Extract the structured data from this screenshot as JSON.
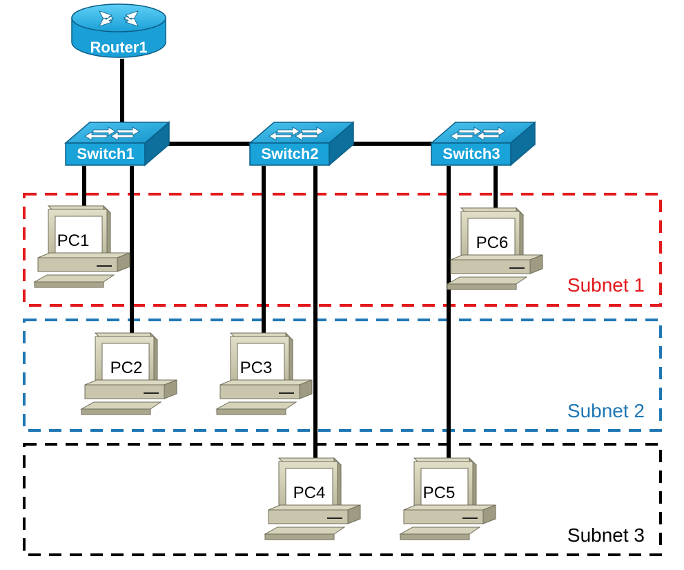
{
  "router": {
    "label": "Router1"
  },
  "switches": [
    {
      "id": "switch1",
      "label": "Switch1"
    },
    {
      "id": "switch2",
      "label": "Switch2"
    },
    {
      "id": "switch3",
      "label": "Switch3"
    }
  ],
  "pcs": [
    {
      "id": "pc1",
      "label": "PC1"
    },
    {
      "id": "pc2",
      "label": "PC2"
    },
    {
      "id": "pc3",
      "label": "PC3"
    },
    {
      "id": "pc4",
      "label": "PC4"
    },
    {
      "id": "pc5",
      "label": "PC5"
    },
    {
      "id": "pc6",
      "label": "PC6"
    }
  ],
  "subnets": [
    {
      "id": "subnet1",
      "label": "Subnet 1",
      "color": "#e3191c"
    },
    {
      "id": "subnet2",
      "label": "Subnet 2",
      "color": "#1f77b4"
    },
    {
      "id": "subnet3",
      "label": "Subnet 3",
      "color": "#000000"
    }
  ],
  "colors": {
    "device_blue": "#1aa3d9",
    "device_blue_dark": "#0d6f9c",
    "pc_body": "#c9c6ad",
    "pc_shadow": "#8f8c74",
    "link": "#000000"
  },
  "links": [
    [
      "router",
      "switch1"
    ],
    [
      "switch1",
      "switch2"
    ],
    [
      "switch2",
      "switch3"
    ],
    [
      "switch1",
      "pc1"
    ],
    [
      "switch1",
      "pc2"
    ],
    [
      "switch2",
      "pc3"
    ],
    [
      "switch2",
      "pc4"
    ],
    [
      "switch3",
      "pc5"
    ],
    [
      "switch3",
      "pc6"
    ]
  ]
}
